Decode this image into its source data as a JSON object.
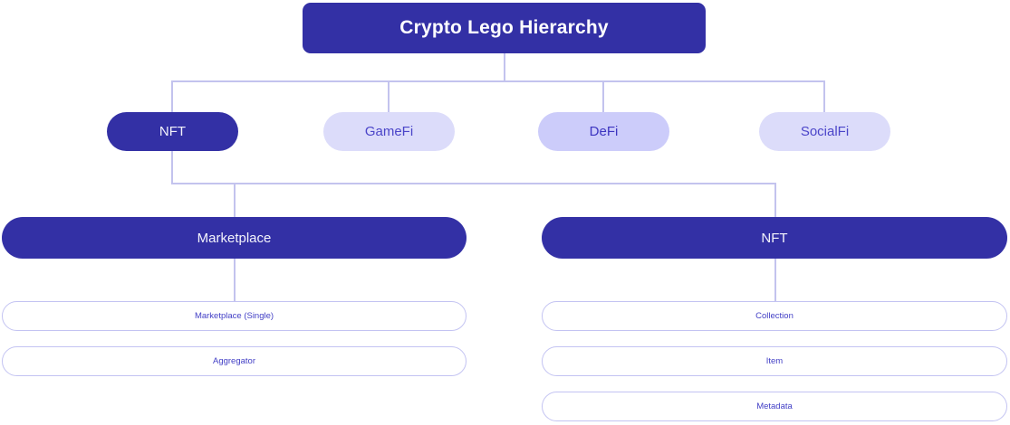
{
  "diagram": {
    "title": "Crypto Lego Hierarchy",
    "type": "tree-hierarchy",
    "colors": {
      "primary": "#3330a5",
      "soft_lavender": "#dcdcfa",
      "soft_lavender_deep": "#ccccfa",
      "connector": "#c3c3ee",
      "leaf_border": "#c3c3f2",
      "leaf_text": "#4340c6",
      "background": "#ffffff"
    },
    "root": {
      "label": "Crypto Lego Hierarchy"
    },
    "level2": [
      {
        "label": "NFT",
        "state": "selected"
      },
      {
        "label": "GameFi",
        "state": "default"
      },
      {
        "label": "DeFi",
        "state": "default"
      },
      {
        "label": "SocialFi",
        "state": "default"
      }
    ],
    "level3": [
      {
        "label": "Marketplace"
      },
      {
        "label": "NFT"
      }
    ],
    "leaves_left": [
      {
        "label": "Marketplace (Single)"
      },
      {
        "label": "Aggregator"
      }
    ],
    "leaves_right": [
      {
        "label": "Collection"
      },
      {
        "label": "Item"
      },
      {
        "label": "Metadata"
      }
    ]
  }
}
